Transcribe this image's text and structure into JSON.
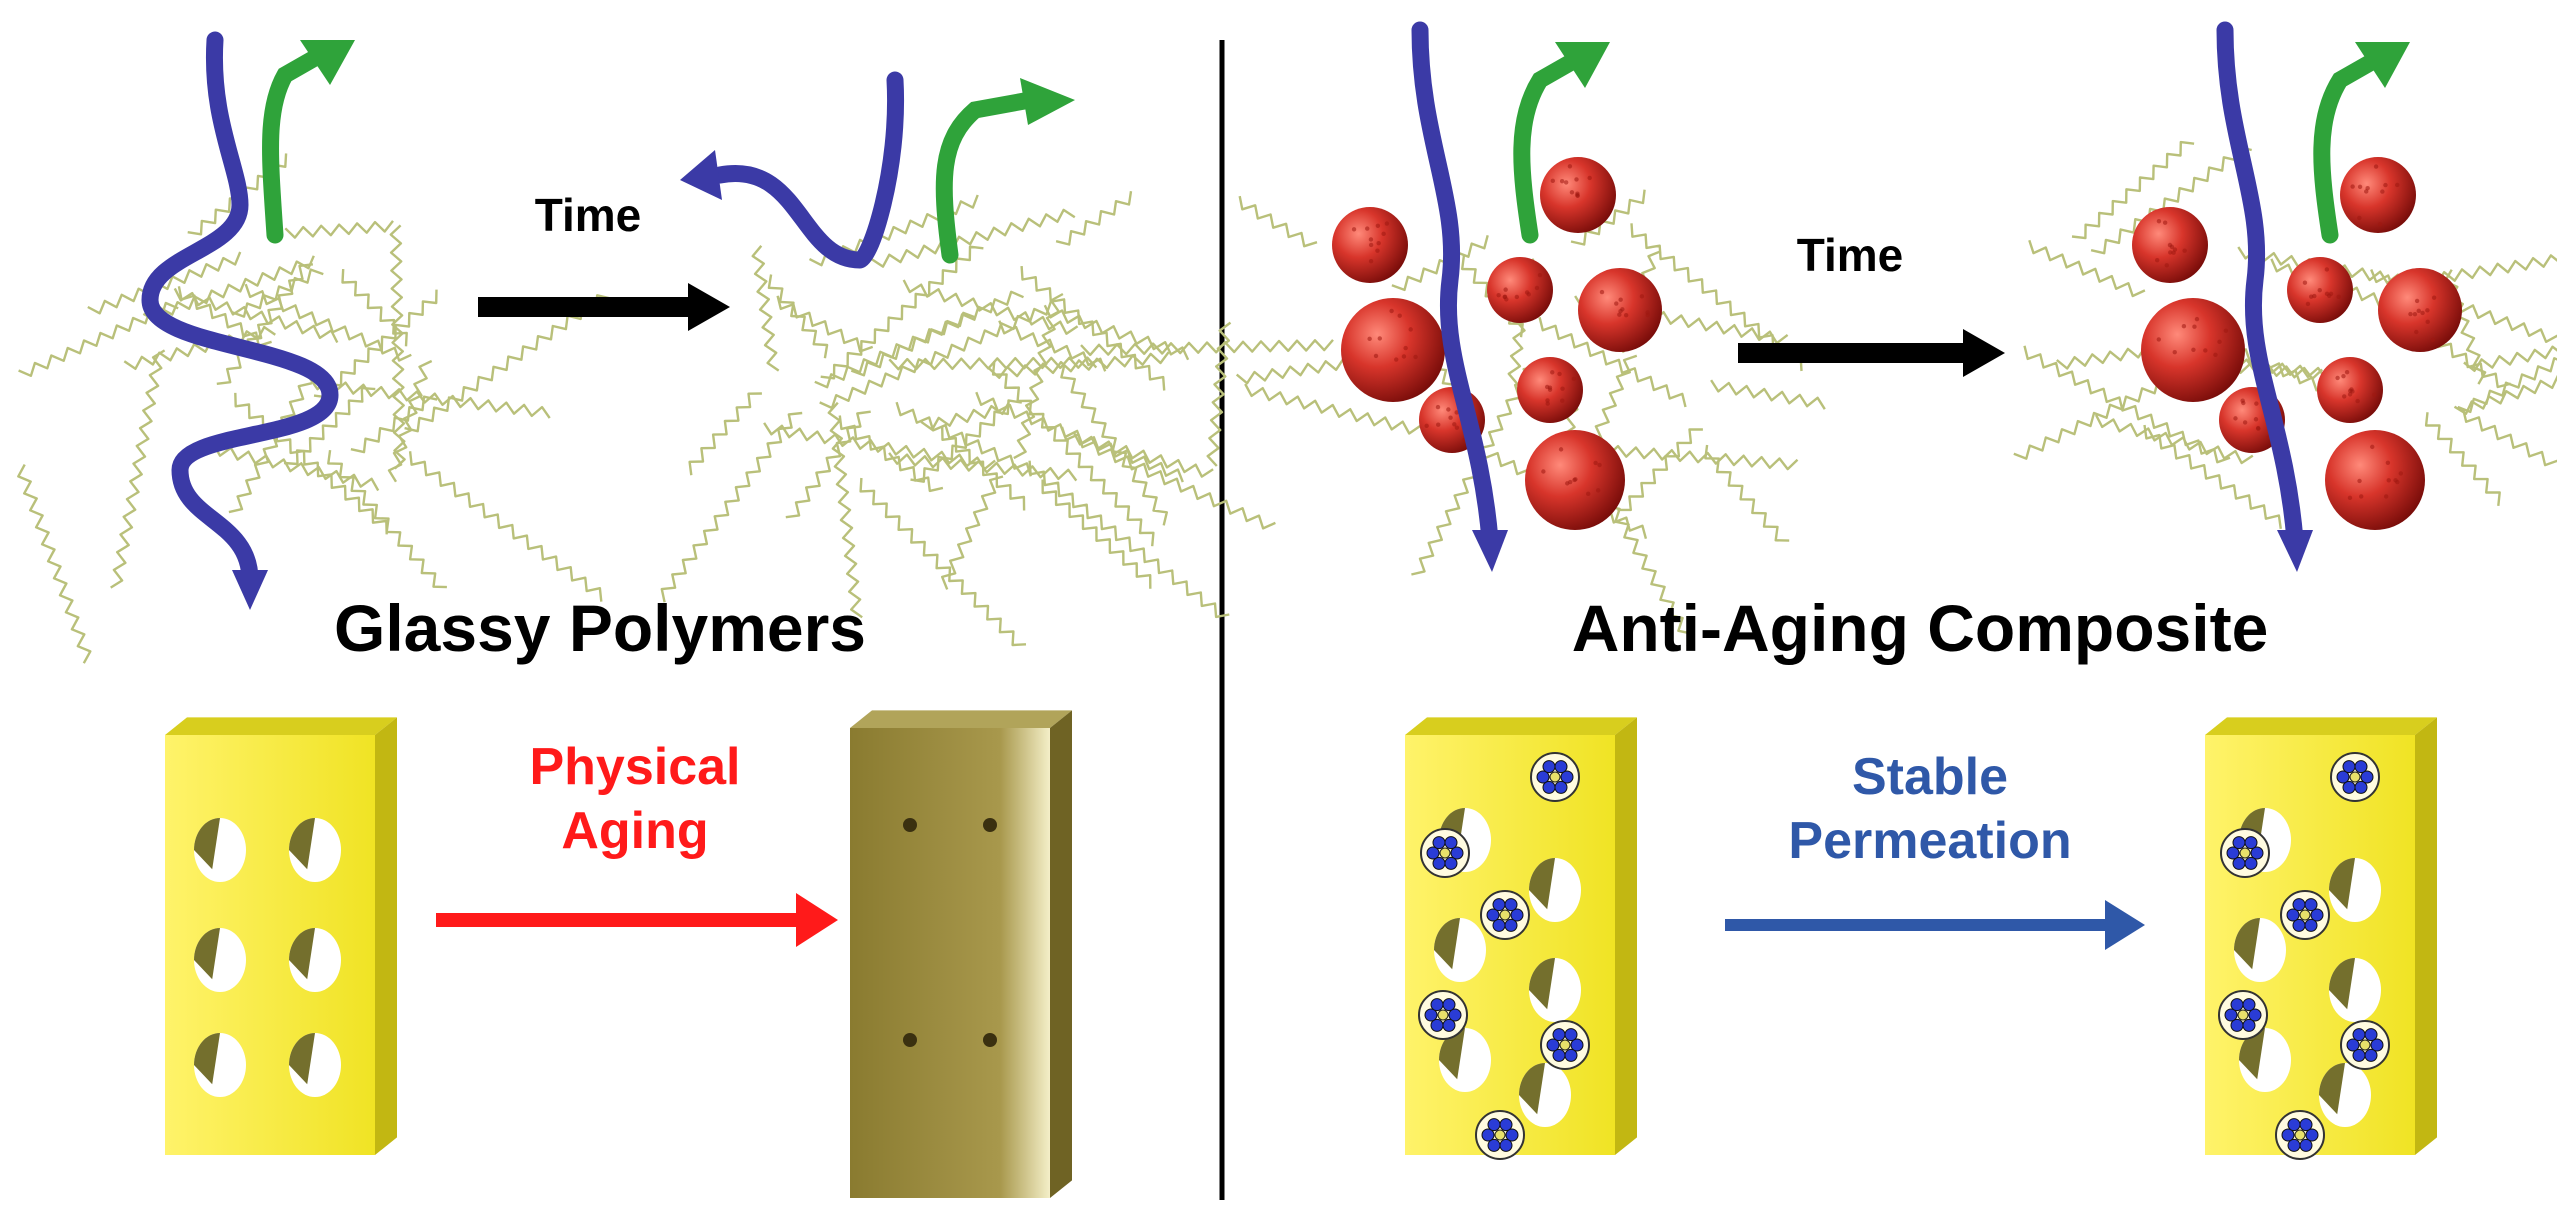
{
  "colors": {
    "polymer_chain": "#b9c07a",
    "gas_path": "#3b3aa6",
    "gas_path_alt": "#2fa33a",
    "particle": "#c62a22",
    "membrane": "#f2ea2e",
    "aged_membrane": "#8f8136",
    "aging_arrow": "#ff1a1a",
    "stable_arrow": "#2f58a8",
    "divider": "#000000"
  },
  "left_panel": {
    "time_label": "Time",
    "title": "Glassy Polymers",
    "process_line1": "Physical",
    "process_line2": "Aging"
  },
  "right_panel": {
    "time_label": "Time",
    "title": "Anti-Aging Composite",
    "process_line1": "Stable",
    "process_line2": "Permeation"
  },
  "icons": [
    "polymer-network-icon",
    "gas-path-arrow-icon",
    "nanoparticle-icon",
    "porous-membrane-icon",
    "aged-membrane-icon",
    "porous-framework-filler-icon"
  ]
}
